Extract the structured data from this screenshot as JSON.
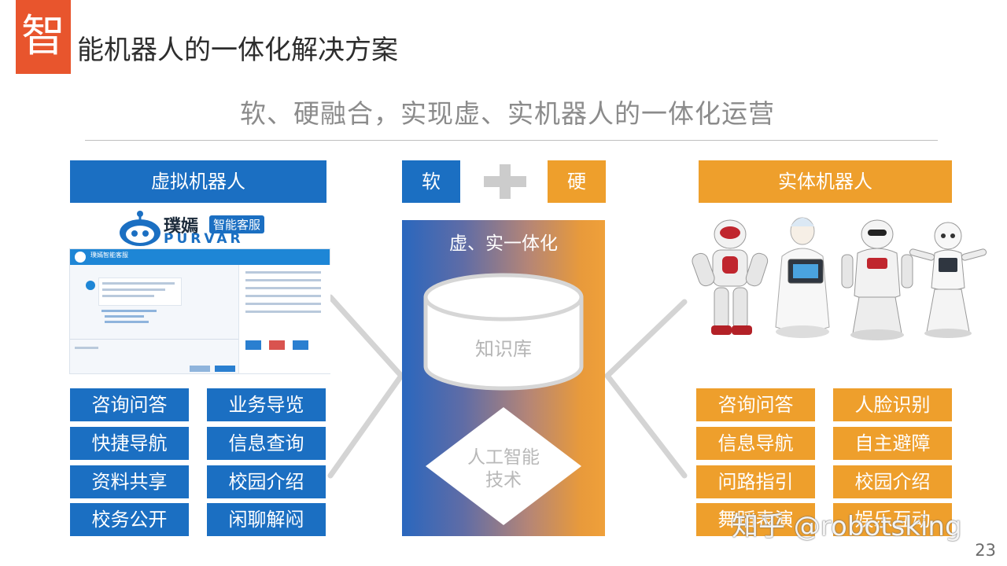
{
  "slide": {
    "title_badge": "智",
    "title_rest": "能机器人的一体化解决方案",
    "subtitle": "软、硬融合，实现虚、实机器人的一体化运营",
    "page_number": "23",
    "watermark": "知乎 @robotsking"
  },
  "left": {
    "header": "虚拟机器人",
    "logo_cn": "璞嫣",
    "logo_badge": "智能客服",
    "logo_en": "PURVAR",
    "screenshot_title": "璞嫣智能客服",
    "features": [
      "咨询问答",
      "业务导览",
      "快捷导航",
      "信息查询",
      "资料共享",
      "校园介绍",
      "校务公开",
      "闲聊解闷"
    ]
  },
  "center": {
    "soft_label": "软",
    "hard_label": "硬",
    "fusion_label": "虚、实一体化",
    "knowledge_base": "知识库",
    "ai_line1": "人工智能",
    "ai_line2": "技术"
  },
  "right": {
    "header": "实体机器人",
    "features": [
      "咨询问答",
      "人脸识别",
      "信息导航",
      "自主避障",
      "问路指引",
      "校园介绍",
      "舞蹈表演",
      "娱乐互动"
    ]
  },
  "colors": {
    "accent_red": "#e8552d",
    "blue": "#1b6fc2",
    "orange": "#ee9f2c",
    "gray_text": "#8b8b8b"
  }
}
